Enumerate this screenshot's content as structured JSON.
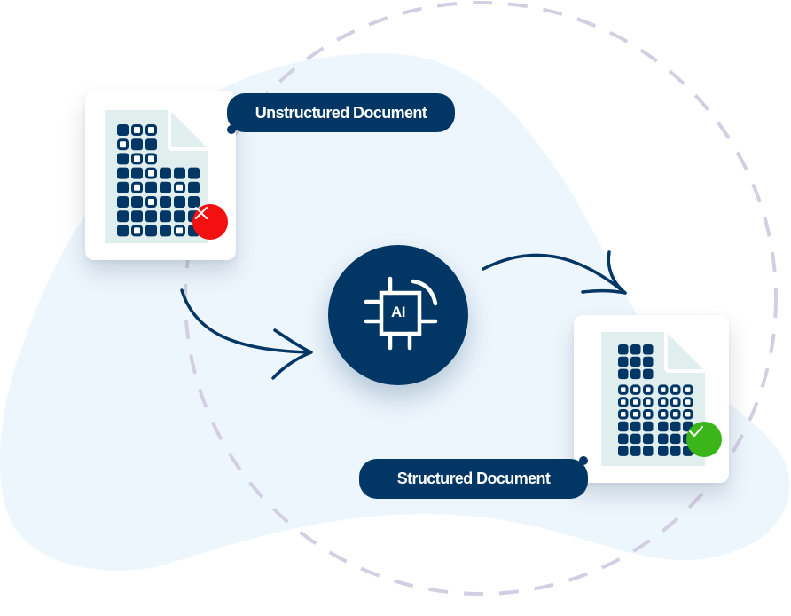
{
  "diagram": {
    "title": "AI document structuring flow",
    "colors": {
      "primary": "#023664",
      "background_blob": "#eef6fd",
      "dashed_circle": "#d2cfe3",
      "page": "#e1eeee",
      "error": "#f21010",
      "success": "#3cb51a"
    },
    "source": {
      "label": "Unstructured Document",
      "status_icon": "x-icon",
      "grid": [
        [
          1,
          0,
          0
        ],
        [
          0,
          1,
          1
        ],
        [
          1,
          0,
          0
        ],
        [
          1,
          1,
          0,
          1,
          1,
          1
        ],
        [
          1,
          0,
          1,
          1,
          0,
          1
        ],
        [
          1,
          1,
          0,
          1,
          1,
          1
        ],
        [
          1,
          1,
          1,
          1,
          1,
          1
        ],
        [
          1,
          0,
          1,
          1,
          0,
          1
        ]
      ]
    },
    "processor": {
      "label": "AI",
      "icon": "ai-chip-icon"
    },
    "result": {
      "label": "Structured Document",
      "status_icon": "check-icon",
      "grid": [
        [
          1,
          1,
          1
        ],
        [
          1,
          1,
          1
        ],
        [
          1,
          1,
          1
        ],
        [
          0,
          0,
          0,
          0,
          0,
          0
        ],
        [
          0,
          0,
          0,
          0,
          0,
          0
        ],
        [
          0,
          0,
          0,
          0,
          0,
          0
        ],
        [
          1,
          1,
          1,
          1,
          1,
          1
        ],
        [
          1,
          1,
          1,
          1,
          1,
          1
        ],
        [
          1,
          1,
          1,
          1,
          1,
          1
        ]
      ]
    },
    "arrows": [
      {
        "from": "source",
        "to": "processor"
      },
      {
        "from": "processor",
        "to": "result"
      }
    ]
  }
}
